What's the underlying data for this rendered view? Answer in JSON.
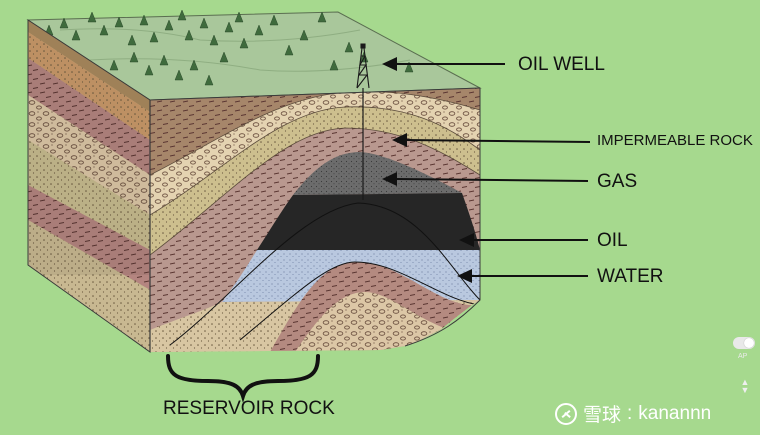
{
  "labels": {
    "oil_well": "OIL WELL",
    "impermeable_rock": "IMPERMEABLE ROCK",
    "gas": "GAS",
    "oil": "OIL",
    "water": "WATER",
    "reservoir_rock": "RESERVOIR ROCK"
  },
  "watermark": {
    "site": "雪球",
    "sep": ":",
    "user": "kanannn"
  },
  "side_controls": {
    "ap_label": "AP"
  },
  "colors": {
    "background": "#a6d98e",
    "ground": "#a9c79b",
    "gas": "#6c6c6c",
    "oil": "#262626",
    "water": "#b9c8df",
    "impermeable_rock": "#c99a92",
    "sand": "#d7c193",
    "arrow": "#111111"
  }
}
